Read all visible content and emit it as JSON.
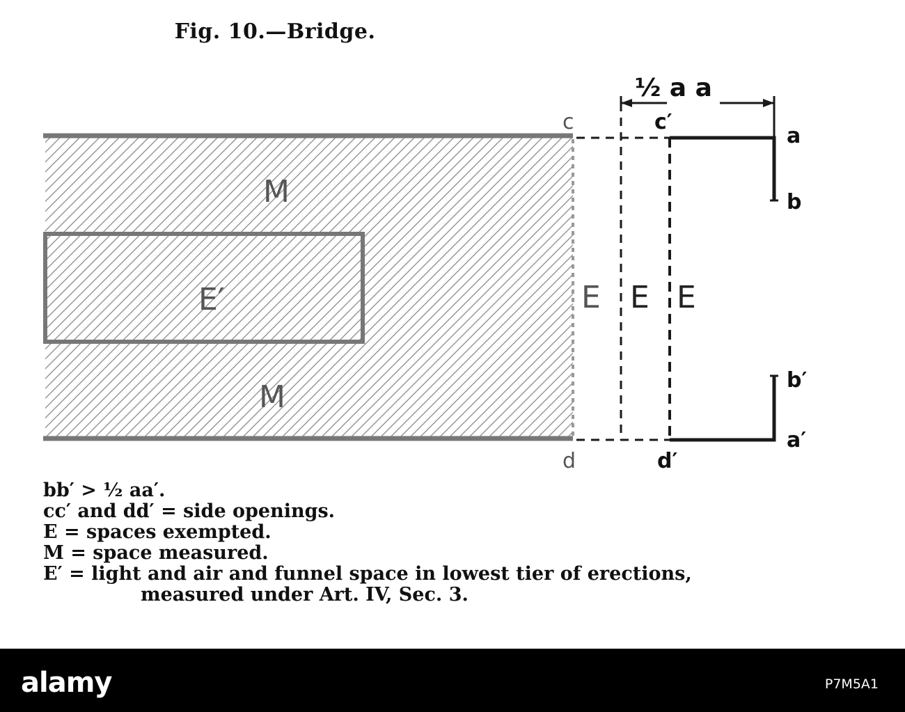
{
  "figure": {
    "title": "Fig. 10.—Bridge."
  },
  "diagram": {
    "region_labels": {
      "measured_top": "M",
      "measured_bottom": "M",
      "exempt_inner": "E′",
      "exempt_1": "E",
      "exempt_2": "E",
      "exempt_3": "E"
    },
    "point_labels": {
      "c": "c",
      "d": "d",
      "c_prime": "c′",
      "d_prime": "d′",
      "a": "a",
      "b": "b",
      "a_prime": "a′",
      "b_prime": "b′"
    },
    "dimension_label": "½ a a"
  },
  "legend": {
    "lines": [
      "bb′ > ½ aa′.",
      "cc′ and dd′ = side openings.",
      "E = spaces exempted.",
      "M = space measured.",
      "E′ = light and air and funnel space in lowest tier of erections,",
      "measured under Art. IV, Sec. 3."
    ]
  },
  "footer": {
    "brand": "alamy",
    "stock_id": "P7M5A1"
  },
  "colors": {
    "line": "#777777",
    "dark_line": "#1a1a1a",
    "hatch": "#8a8a8a",
    "footer_bg": "#000000"
  }
}
